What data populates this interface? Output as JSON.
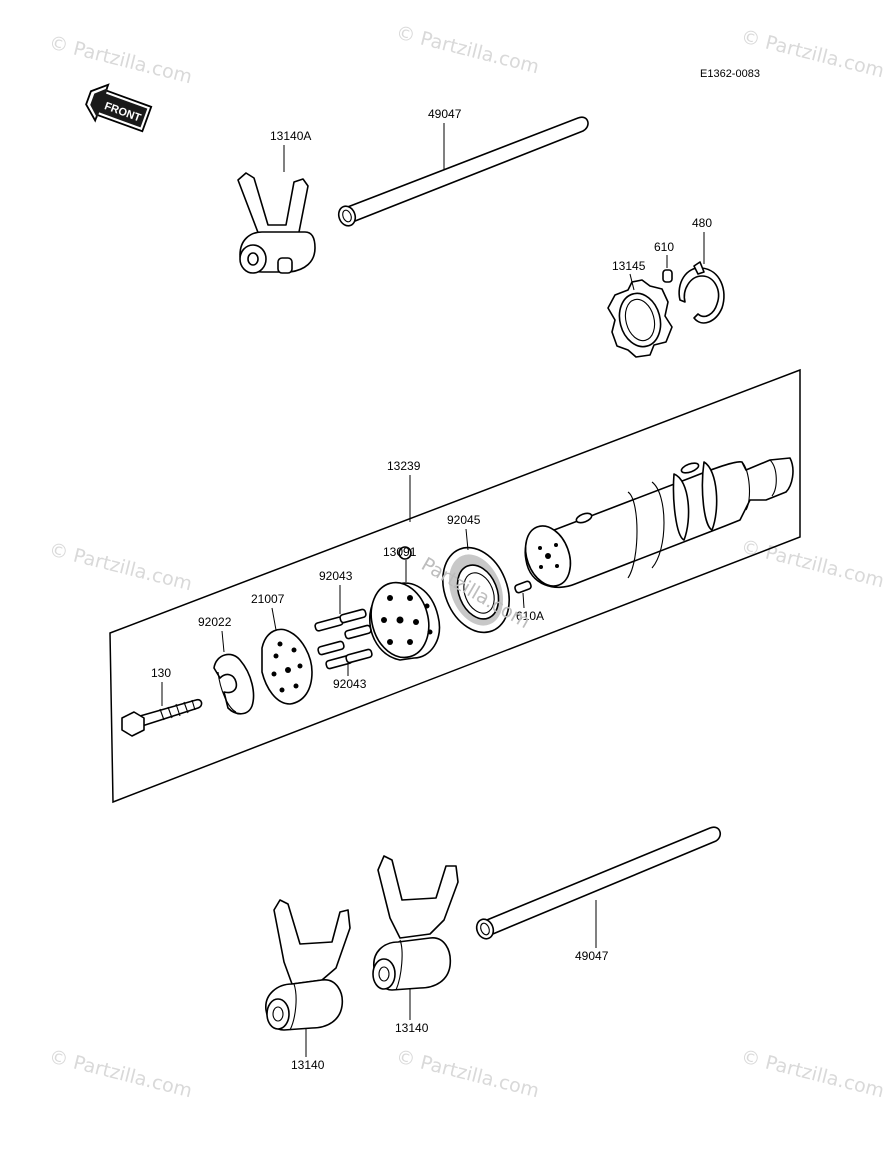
{
  "diagram": {
    "drawing_code": "E1362-0083",
    "front_badge": "FRONT",
    "watermarks": [
      "© Partzilla.com",
      "© Partzilla.com",
      "© Partzilla.com",
      "© Partzilla.com",
      "© Partzilla.com",
      "© Partzilla.com",
      "© Partzilla.com",
      "Partzilla.com"
    ],
    "parts": [
      {
        "id": "fork_top",
        "label": "13140A"
      },
      {
        "id": "shaft_top",
        "label": "49047"
      },
      {
        "id": "pin_610_top",
        "label": "610"
      },
      {
        "id": "circlip",
        "label": "480"
      },
      {
        "id": "guide",
        "label": "13145"
      },
      {
        "id": "drum",
        "label": "13239"
      },
      {
        "id": "bearing",
        "label": "92045"
      },
      {
        "id": "holder",
        "label": "13091"
      },
      {
        "id": "pins_upper",
        "label": "92043"
      },
      {
        "id": "pins_lower",
        "label": "92043"
      },
      {
        "id": "pin_610_mid",
        "label": "610A"
      },
      {
        "id": "plate",
        "label": "21007"
      },
      {
        "id": "stopper",
        "label": "92022"
      },
      {
        "id": "bolt",
        "label": "130"
      },
      {
        "id": "shaft_bottom",
        "label": "49047"
      },
      {
        "id": "fork_mid",
        "label": "13140"
      },
      {
        "id": "fork_low",
        "label": "13140"
      }
    ]
  }
}
